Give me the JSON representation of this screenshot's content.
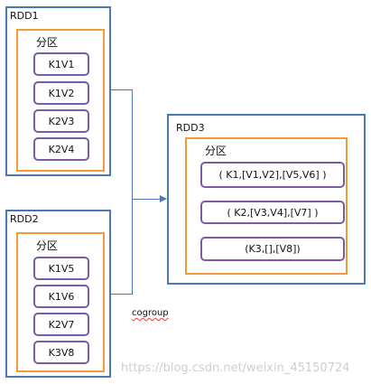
{
  "rdd1": {
    "label": "RDD1",
    "partition_label": "分区",
    "items": [
      "K1V1",
      "K1V2",
      "K2V3",
      "K2V4"
    ]
  },
  "rdd2": {
    "label": "RDD2",
    "partition_label": "分区",
    "items": [
      "K1V5",
      "K1V6",
      "K2V7",
      "K3V8"
    ]
  },
  "rdd3": {
    "label": "RDD3",
    "partition_label": "分区",
    "items": [
      "( K1,[V1,V2],[V5,V6] )",
      "( K2,[V3,V4],[V7] )",
      "(K3,[],[V8])"
    ]
  },
  "operation": "cogroup",
  "watermark": "https://blog.csdn.net/weixin_45150724",
  "colors": {
    "rdd_border": "#4a78b8",
    "partition_border": "#f29a3c",
    "item_border": "#7b5aa6",
    "connector": "#4a78b8"
  }
}
